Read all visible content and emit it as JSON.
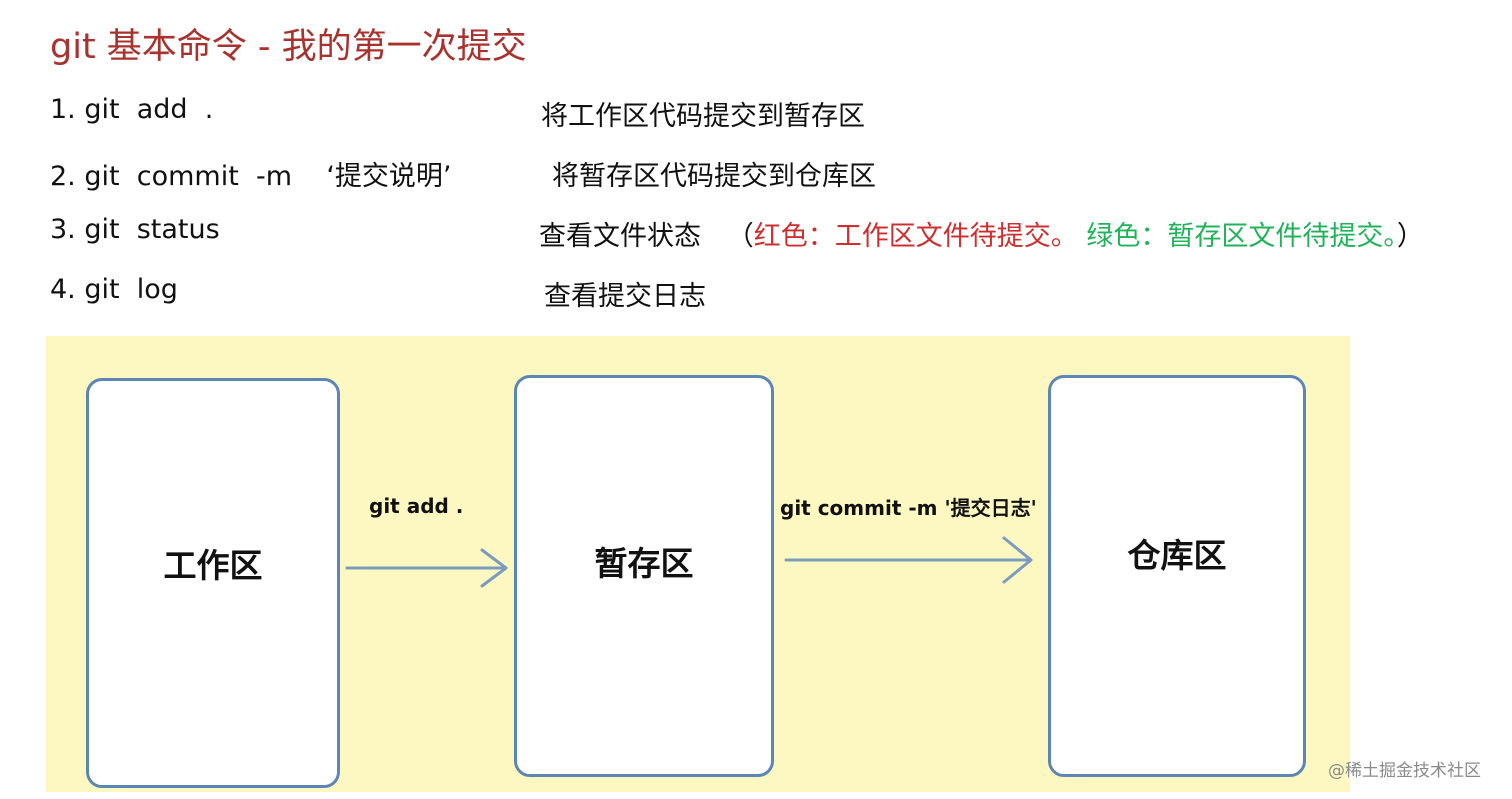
{
  "title": "git 基本命令 - 我的第一次提交",
  "commands": [
    {
      "cmd": "1. git  add  .",
      "desc": "将工作区代码提交到暂存区"
    },
    {
      "cmd": "2. git  commit  -m    ‘提交说明’",
      "desc": "将暂存区代码提交到仓库区"
    },
    {
      "cmd": "3. git  status",
      "desc": "查看文件状态   ",
      "paren_open": "（",
      "red_note": "红色：工作区文件待提交。",
      "green_note": " 绿色：暂存区文件待提交。",
      "paren_close": "）"
    },
    {
      "cmd": "4. git  log",
      "desc": "查看提交日志"
    }
  ],
  "diagram": {
    "boxes": {
      "work": "工作区",
      "stage": "暂存区",
      "repo": "仓库区"
    },
    "arrows": {
      "add": "git add .",
      "commit": "git commit -m '提交日志'"
    }
  },
  "colors": {
    "title": "#a8322d",
    "red_note": "#cc2f2f",
    "green_note": "#21b35a",
    "diagram_bg": "#fdf8c1",
    "box_border": "#5b86b5",
    "arrow": "#7a9cc0"
  },
  "watermark": "@稀土掘金技术社区"
}
